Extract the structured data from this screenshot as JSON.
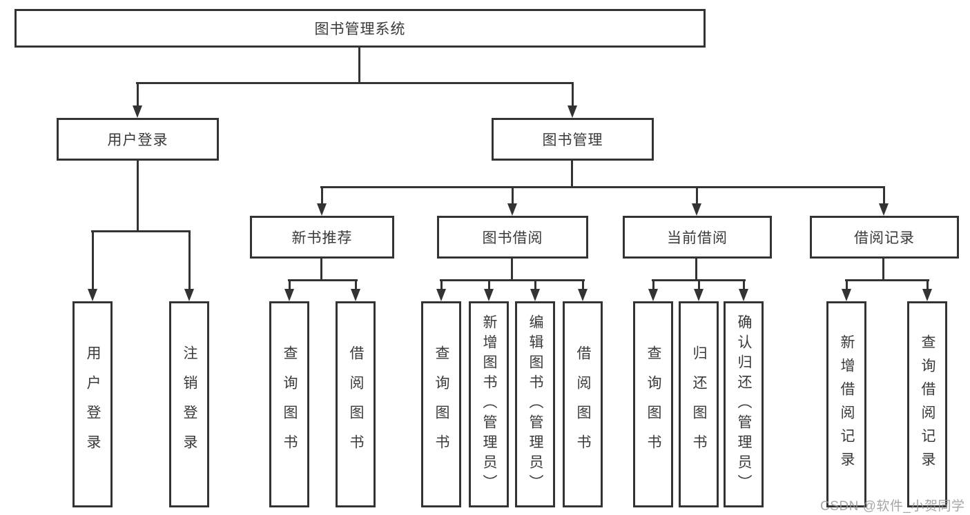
{
  "tree": {
    "root": {
      "label": "图书管理系统"
    },
    "branches": [
      {
        "label": "用户登录",
        "children": [
          {
            "label": "用户登录"
          },
          {
            "label": "注销登录"
          }
        ]
      },
      {
        "label": "图书管理",
        "children": [
          {
            "label": "新书推荐",
            "children": [
              {
                "label": "查询图书"
              },
              {
                "label": "借阅图书"
              }
            ]
          },
          {
            "label": "图书借阅",
            "children": [
              {
                "label": "查询图书"
              },
              {
                "label": "新增图书（管理员）"
              },
              {
                "label": "编辑图书（管理员）"
              },
              {
                "label": "借阅图书"
              }
            ]
          },
          {
            "label": "当前借阅",
            "children": [
              {
                "label": "查询图书"
              },
              {
                "label": "归还图书"
              },
              {
                "label": "确认归还（管理员）"
              }
            ]
          },
          {
            "label": "借阅记录",
            "children": [
              {
                "label": "新增借阅记录"
              },
              {
                "label": "查询借阅记录"
              }
            ]
          }
        ]
      }
    ]
  },
  "watermark": "CSDN @软件_小贺同学",
  "colors": {
    "line": "#333333",
    "box_background": "#ffffff",
    "text": "#3a3a3a",
    "watermark": "#969696"
  }
}
